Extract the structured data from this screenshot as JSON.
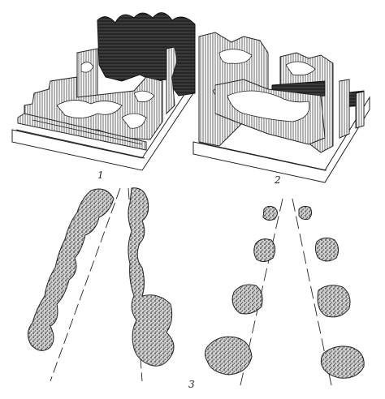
{
  "figure": {
    "labels": {
      "panel1": "1",
      "panel2": "2",
      "panel3": "3"
    },
    "colors": {
      "ink": "#222222",
      "paper": "#ffffff",
      "dark_fill": "#3a3a3a",
      "stipple": "#8a8a8a"
    }
  }
}
